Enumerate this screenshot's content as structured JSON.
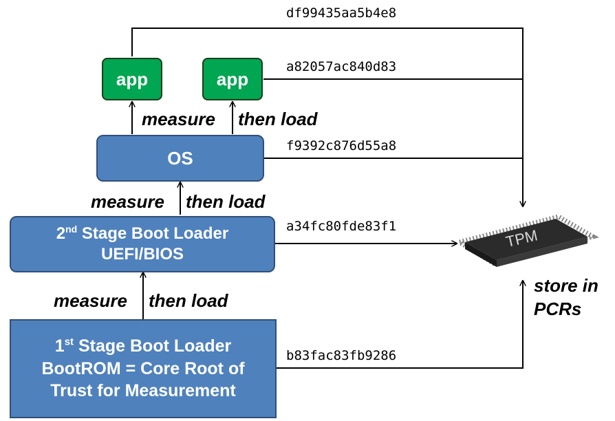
{
  "boxes": {
    "app1": "app",
    "app2": "app",
    "os": "OS",
    "stage2": {
      "line1_pre": "2",
      "line1_sup": "nd",
      "line1_post": " Stage Boot Loader",
      "line2": "UEFI/BIOS"
    },
    "stage1": {
      "line1_pre": "1",
      "line1_sup": "st",
      "line1_post": " Stage Boot Loader",
      "line2": "BootROM = Core Root of",
      "line3": "Trust for Measurement"
    }
  },
  "labels": {
    "measure_1": "measure",
    "then_load_1": "then load",
    "measure_2": "measure",
    "then_load_2": "then load",
    "measure_3": "measure",
    "then_load_3": "then load",
    "store_1": "store in",
    "store_2": "PCRs"
  },
  "hashes": {
    "app1": "df99435aa5b4e8",
    "app2": "a82057ac840d83",
    "os": "f9392c876d55a8",
    "stage2": "a34fc80fde83f1",
    "stage1": "b83fac83fb9286"
  },
  "tpm": {
    "chip_label": "TPM",
    "icon": "tpm-chip-icon"
  }
}
